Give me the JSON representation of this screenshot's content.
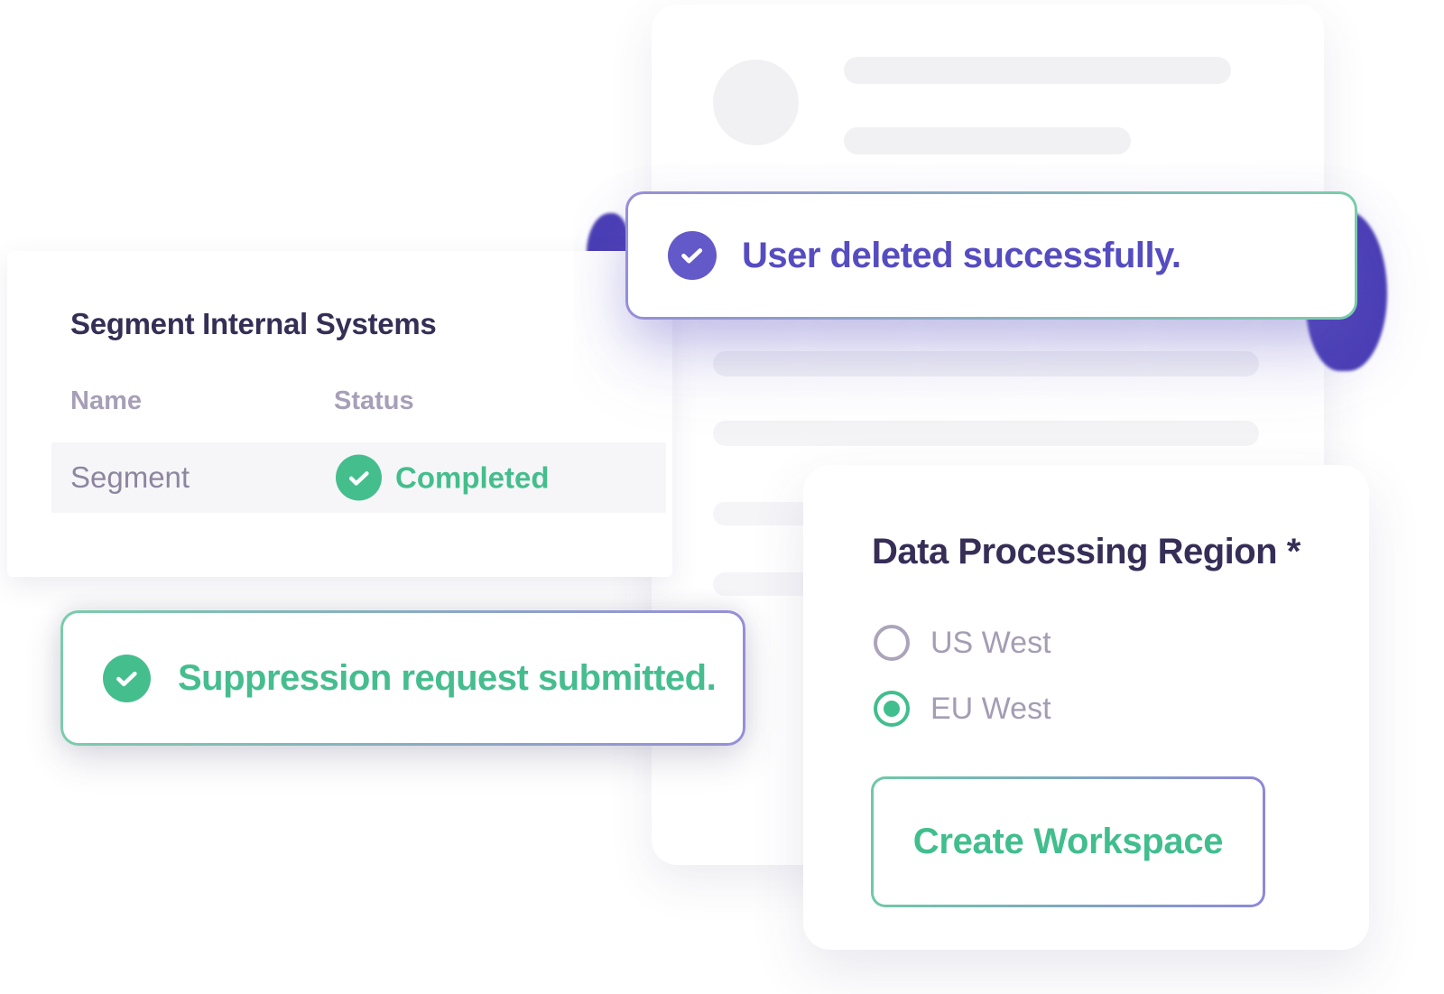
{
  "colors": {
    "accent_purple": "#6459C8",
    "purple_text": "#564CC1",
    "accent_green": "#45BE8E",
    "green_text": "#44BE8C",
    "heading_text": "#352E55",
    "muted_label": "#A79FB7",
    "cell_text": "#8D86A0",
    "row_background": "#F6F6F8",
    "skeleton": "#F1F1F3",
    "blob_purple": "#4B3EB5",
    "border_gradient_green": "#7ACCAB",
    "border_gradient_purple": "#968ED8"
  },
  "toasts": {
    "user_deleted": {
      "icon": "check-circle",
      "message": "User deleted successfully."
    },
    "suppression": {
      "icon": "check-circle",
      "message": "Suppression request submitted."
    }
  },
  "systems_card": {
    "title": "Segment Internal Systems",
    "columns": [
      "Name",
      "Status"
    ],
    "rows": [
      {
        "name": "Segment",
        "status": "Completed",
        "status_icon": "check-circle"
      }
    ]
  },
  "region_card": {
    "title": "Data Processing Region *",
    "options": [
      {
        "label": "US West",
        "selected": false
      },
      {
        "label": "EU West",
        "selected": true
      }
    ],
    "button_label": "Create Workspace"
  }
}
